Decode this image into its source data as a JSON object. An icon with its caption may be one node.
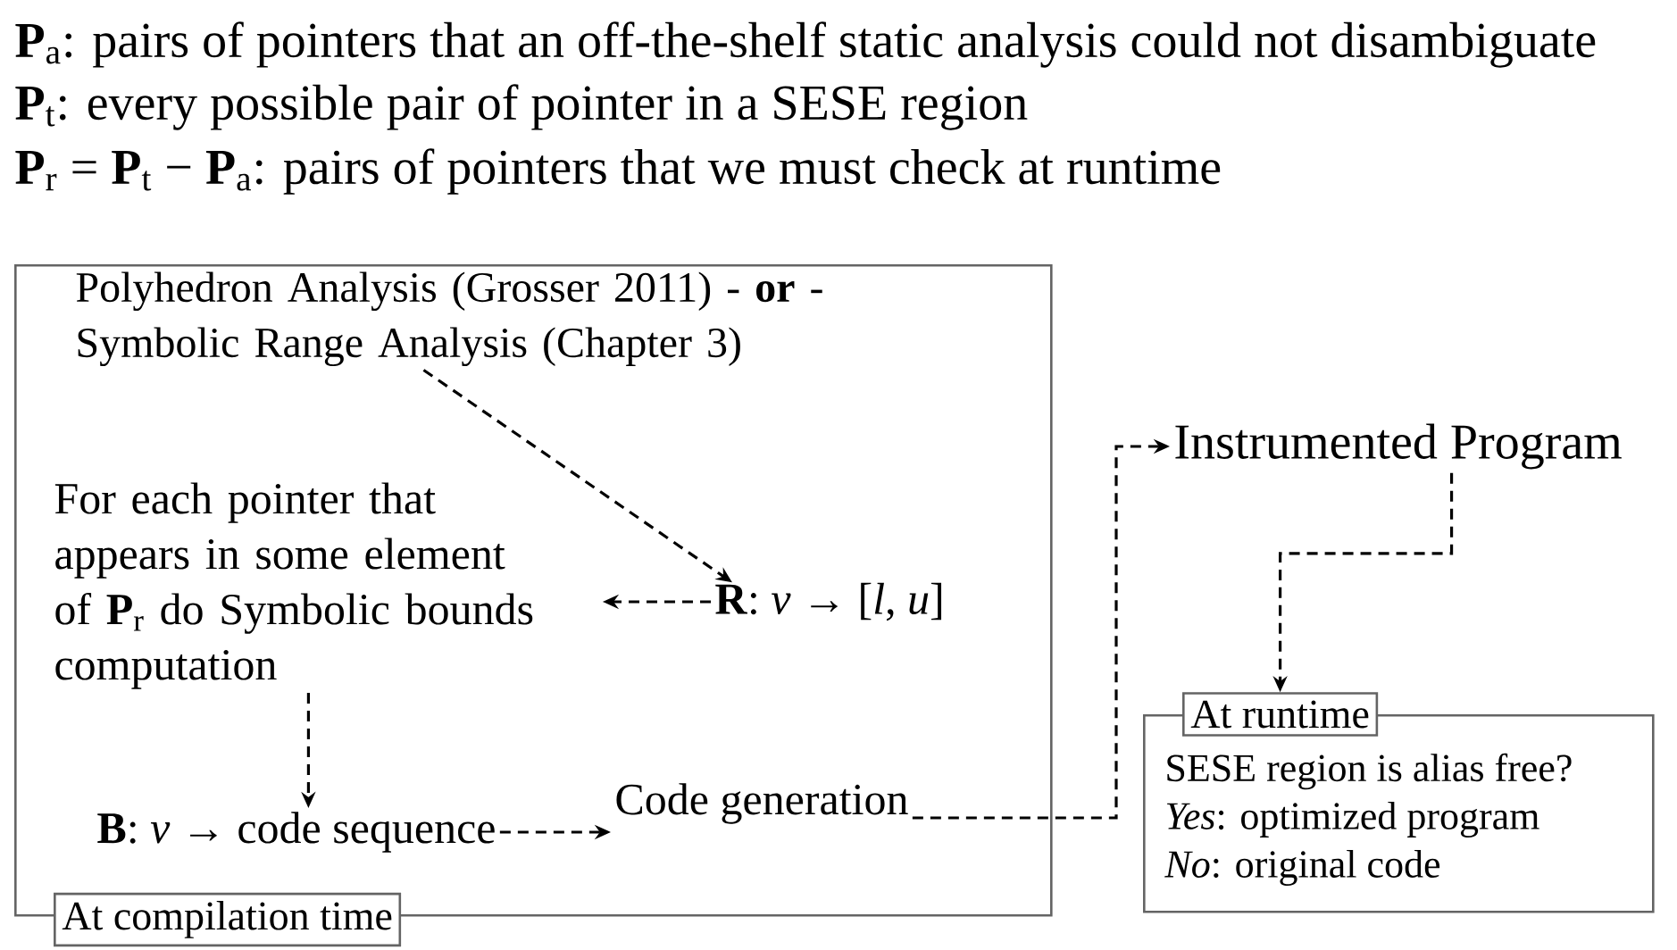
{
  "diagram": {
    "nodes": [
      {
        "text": [
          "At compilation time"
        ]
      },
      {
        "text": [
          "Polyhedron Analysis (Grosser 2011) - **or** - Symbolic Range Analysis (Chapter 3)"
        ],
        "in": 0
      },
      {
        "text": [
          "For each pointer that appears in some element of **P**$_{r}$ do Symbolic bounds computation"
        ],
        "in": 0
      },
      {
        "text": [
          "**R**: *v* → [*l*, *u*]"
        ],
        "in": 0
      },
      {
        "text": [
          "**B**: *v* → code sequence"
        ],
        "in": 0
      },
      {
        "text": [
          "Code generation"
        ],
        "in": 0
      },
      {
        "text": [
          "Instrumented Program"
        ]
      },
      {
        "text": [
          "At runtime",
          "SESE region is alias free?",
          "*Yes*: optimized program",
          "*No*: original code"
        ]
      }
    ],
    "edges": [
      {
        "from": 1,
        "to": 3,
        "arrow": "to",
        "style": "dashed"
      },
      {
        "from": 3,
        "to": 2,
        "arrow": "to",
        "style": "dashed"
      },
      {
        "from": 2,
        "to": 4,
        "arrow": "to",
        "style": "dashed"
      },
      {
        "from": 4,
        "to": 5,
        "arrow": "to",
        "style": "dashed"
      },
      {
        "from": 5,
        "to": 6,
        "arrow": "to",
        "style": "dashed"
      },
      {
        "from": 6,
        "to": 7,
        "arrow": "to",
        "style": "dashed"
      }
    ],
    "labels": [
      "**P**$_{a}$: pairs of pointers that an off-the-shelf static analysis could not disambiguate",
      "**P**$_{t}$: every possible pair of pointer in a SESE region",
      "**P**$_{r}$ = **P**$_{t}$ − **P**$_{a}$: pairs of pointers that we must check at runtime"
    ]
  }
}
